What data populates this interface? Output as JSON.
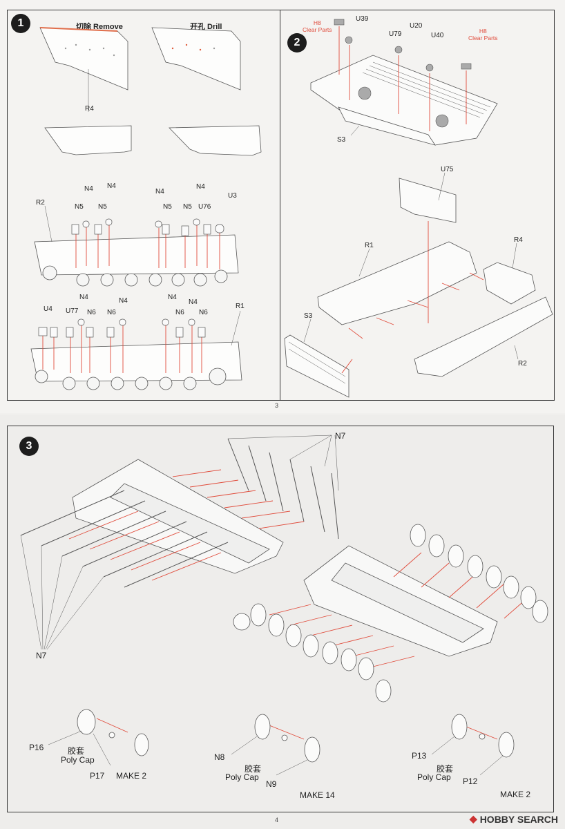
{
  "page_top": {
    "page_number": "3",
    "step1": {
      "badge": "1",
      "remove_label": "切除 Remove",
      "drill_label": "开孔 Drill",
      "parts": [
        "R4",
        "R2",
        "N4",
        "N4",
        "N4",
        "N4",
        "N5",
        "N5",
        "N5",
        "N5",
        "U76",
        "U3",
        "U4",
        "U77",
        "N4",
        "N4",
        "N4",
        "N4",
        "N6",
        "N6",
        "N6",
        "N6",
        "R1"
      ]
    },
    "step2": {
      "badge": "2",
      "clear_parts_left": "H8\nClear Parts",
      "clear_parts_right": "H8\nClear Parts",
      "parts": [
        "U39",
        "U79",
        "U20",
        "U40",
        "S3",
        "U75",
        "R1",
        "R4",
        "S3",
        "R2"
      ]
    }
  },
  "page_bottom": {
    "page_number": "4",
    "step3": {
      "badge": "3",
      "part_n7_top": "N7",
      "part_n7_left": "N7",
      "sub1": {
        "p16": "P16",
        "cn": "胶套",
        "en": "Poly Cap",
        "p17": "P17",
        "make": "MAKE 2"
      },
      "sub2": {
        "n8": "N8",
        "cn": "胶套",
        "en": "Poly Cap",
        "n9": "N9",
        "make": "MAKE 14"
      },
      "sub3": {
        "p13": "P13",
        "cn": "胶套",
        "en": "Poly Cap",
        "p12": "P12",
        "make": "MAKE 2"
      }
    }
  },
  "watermark": {
    "logo": "◆",
    "text": "HOBBY SEARCH"
  }
}
